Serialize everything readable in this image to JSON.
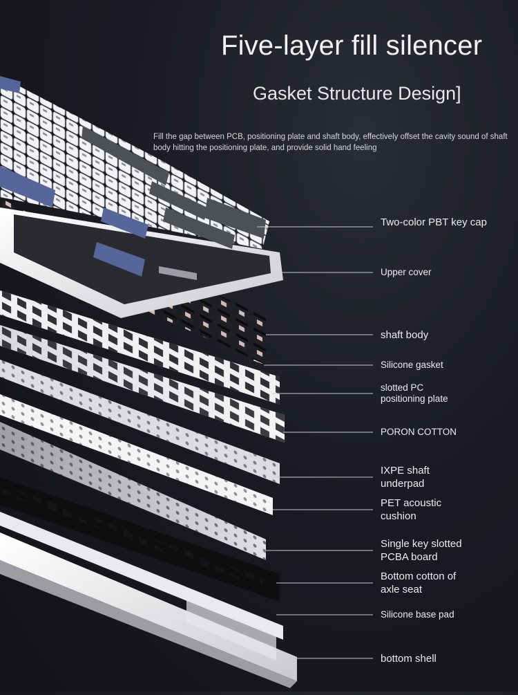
{
  "header": {
    "title": "Five-layer fill silencer",
    "subtitle": "Gasket Structure Design]",
    "description": "Fill the gap between PCB, positioning plate and shaft body, effectively offset the cavity sound of shaft body hitting the positioning plate, and provide solid hand feeling"
  },
  "layers": [
    {
      "id": "keycap",
      "label": "Two-color PBT key cap"
    },
    {
      "id": "upper-cover",
      "label": "Upper cover"
    },
    {
      "id": "shaft-body",
      "label": "shaft body"
    },
    {
      "id": "silicone-gasket",
      "label": "Silicone gasket"
    },
    {
      "id": "positioning-plate",
      "label": "slotted PC positioning plate"
    },
    {
      "id": "poron-cotton",
      "label": "PORON COTTON"
    },
    {
      "id": "ixpe-underpad",
      "label": "IXPE shaft underpad"
    },
    {
      "id": "pet-cushion",
      "label": "PET acoustic cushion"
    },
    {
      "id": "pcba-board",
      "label": "Single key slotted PCBA board"
    },
    {
      "id": "axle-seat-cotton",
      "label": "Bottom cotton of axle seat"
    },
    {
      "id": "silicone-base-pad",
      "label": "Silicone base pad"
    },
    {
      "id": "bottom-shell",
      "label": "bottom shell"
    }
  ],
  "colors": {
    "background": "#16171d",
    "keycap_white": "#eceef2",
    "keycap_gray": "#4a4d52",
    "keycap_blue": "#5b6a9a",
    "shell_white": "#f3f3f5",
    "switch_black": "#1e1f23",
    "switch_stem": "#c9b8b4"
  }
}
